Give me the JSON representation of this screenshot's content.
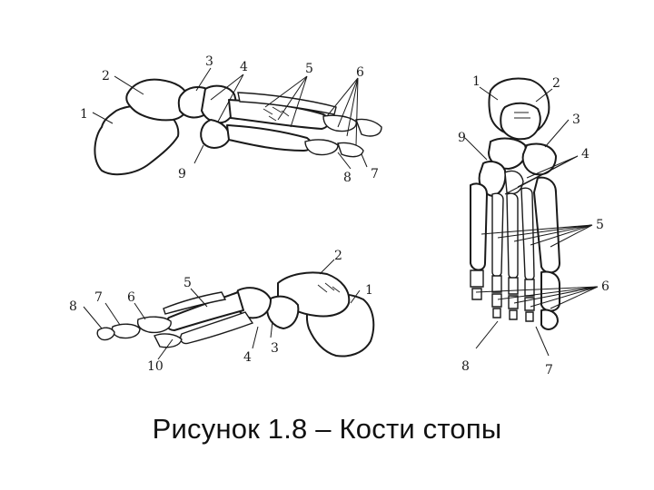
{
  "caption": "Рисунок 1.8 – Кости стопы",
  "views": {
    "medial": {
      "labels": [
        "1",
        "2",
        "3",
        "4",
        "5",
        "6",
        "7",
        "8",
        "9"
      ]
    },
    "dorsal": {
      "labels": [
        "1",
        "2",
        "3",
        "4",
        "5",
        "6",
        "7",
        "8",
        "9"
      ]
    },
    "lateral": {
      "labels": [
        "1",
        "2",
        "3",
        "4",
        "5",
        "6",
        "7",
        "8",
        "10"
      ]
    }
  }
}
